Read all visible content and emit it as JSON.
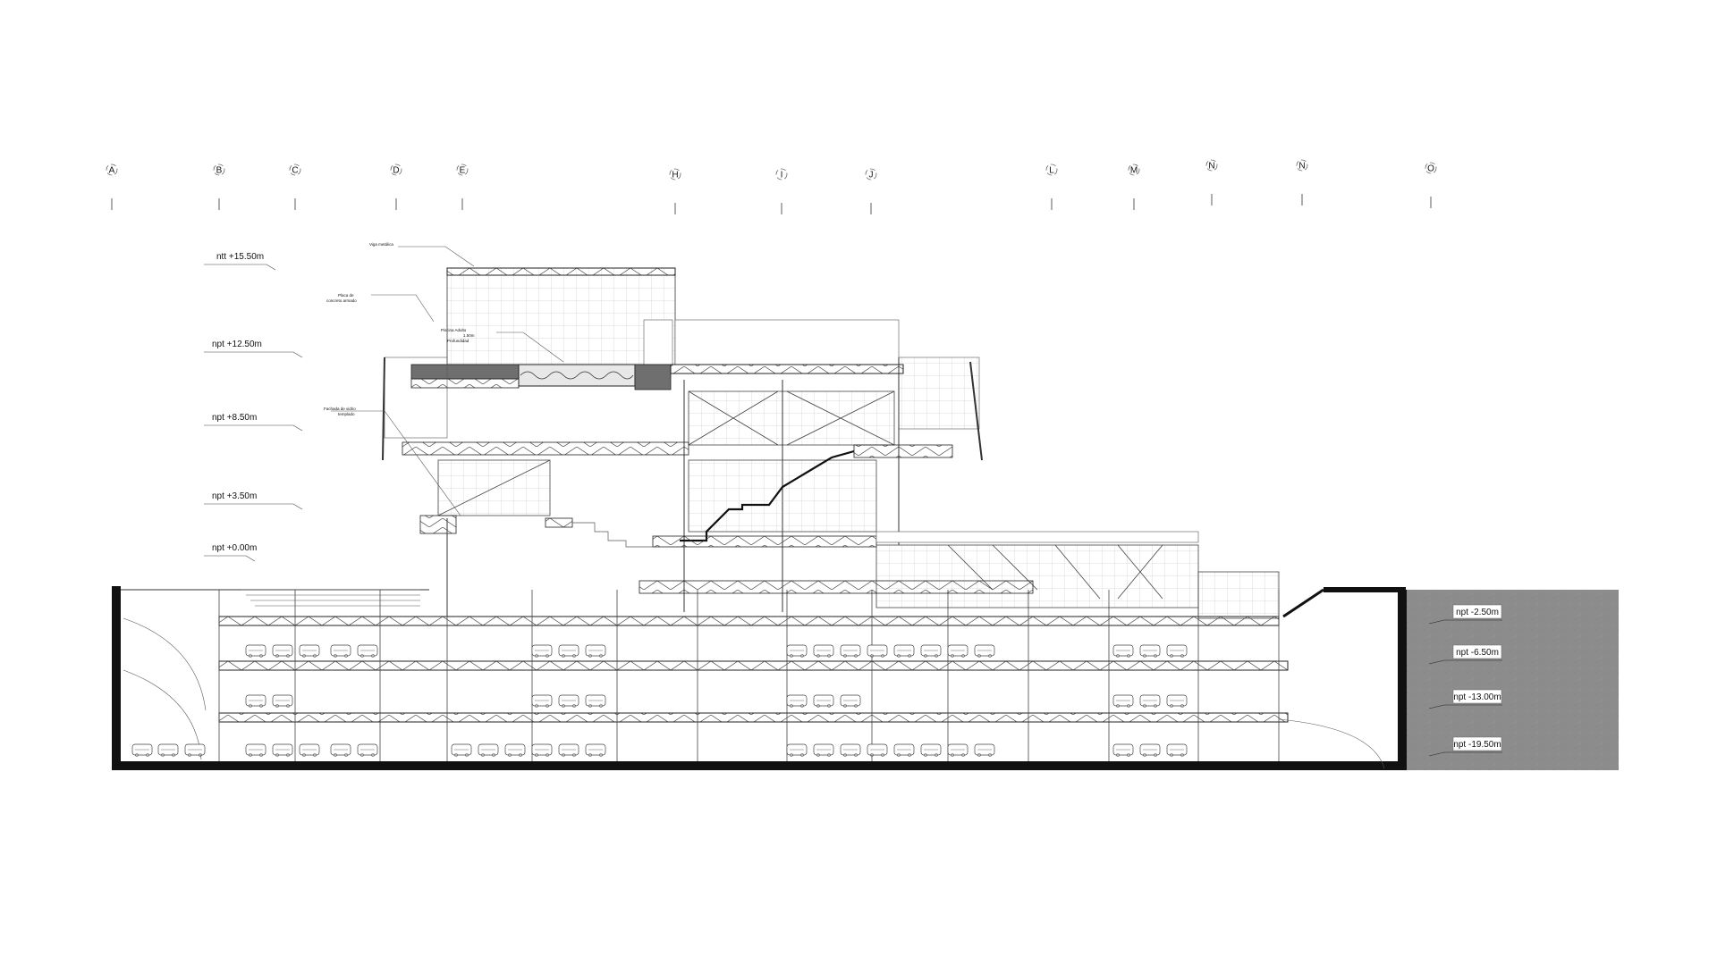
{
  "axes": [
    "A",
    "B",
    "C",
    "D",
    "E",
    "H",
    "I",
    "J",
    "L",
    "M",
    "N",
    "N",
    "O"
  ],
  "levels": [
    {
      "label": "ntt +15.50m"
    },
    {
      "label": "npt +12.50m"
    },
    {
      "label": "npt +8.50m"
    },
    {
      "label": "npt +3.50m"
    },
    {
      "label": "npt +0.00m"
    }
  ],
  "basement_levels": [
    {
      "label": "npt -2.50m"
    },
    {
      "label": "npt -6.50m"
    },
    {
      "label": "npt -13.00m"
    },
    {
      "label": "npt -19.50m"
    }
  ],
  "notes": {
    "viga_metalica": "Viga metálica",
    "placa_1": "Placa de",
    "placa_2": "concreto armado",
    "piscina_1": "Piscina Adulto",
    "piscina_2": "1.50m",
    "piscina_3": "Profundidad",
    "fachada_1": "Fachada de vidrio",
    "fachada_2": "templado"
  },
  "colors": {
    "line": "#222222",
    "wall": "#111111",
    "soil": "#8c8c8c",
    "slab_fill": "#6f6f6f"
  }
}
